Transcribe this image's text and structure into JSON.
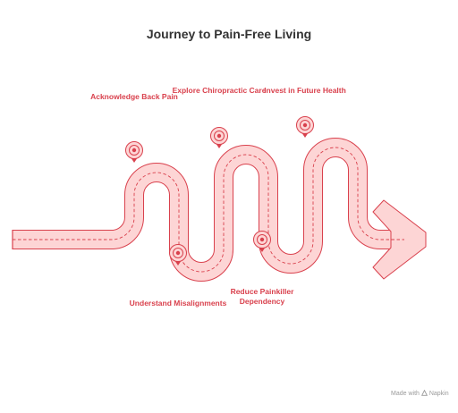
{
  "title": "Journey to Pain-Free Living",
  "steps": [
    {
      "label": "Acknowledge Back Pain"
    },
    {
      "label": "Understand Misalignments"
    },
    {
      "label": "Explore Chiropractic Care"
    },
    {
      "label": "Reduce Painkiller Dependency"
    },
    {
      "label": "Invest in Future Health"
    }
  ],
  "credit": {
    "made_with": "Made with",
    "brand": "Napkin"
  },
  "colors": {
    "road_fill": "#fdd5d5",
    "road_stroke": "#d9414d",
    "text": "#d9414d",
    "title": "#333333"
  }
}
